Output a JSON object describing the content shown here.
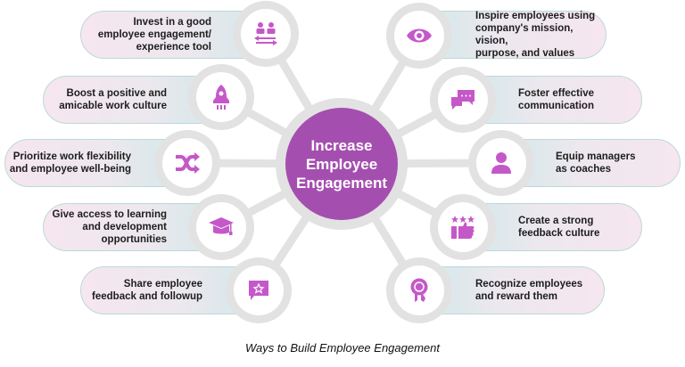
{
  "center": {
    "title": "Increase\nEmployee\nEngagement",
    "fill_color": "#A44FAF"
  },
  "colors": {
    "icon_color": "#C558C9",
    "spoke_color": "#E2E2E2",
    "pill_border": "#BCD9D6"
  },
  "left_items": [
    {
      "label": "Invest in a good\nemployee engagement/\nexperience tool",
      "icon": "users-swap-icon"
    },
    {
      "label": "Boost a positive and\namicable work culture",
      "icon": "rocket-icon"
    },
    {
      "label": "Prioritize work flexibility\nand employee well-being",
      "icon": "shuffle-icon"
    },
    {
      "label": "Give access to learning\nand development\nopportunities",
      "icon": "graduation-cap-icon"
    },
    {
      "label": "Share employee\nfeedback and followup",
      "icon": "star-message-icon"
    }
  ],
  "right_items": [
    {
      "label": "Inspire employees using\ncompany's mission, vision,\npurpose, and values",
      "icon": "eye-icon"
    },
    {
      "label": "Foster effective\ncommunication",
      "icon": "chat-bubbles-icon"
    },
    {
      "label": "Equip managers\nas coaches",
      "icon": "user-icon"
    },
    {
      "label": "Create a strong\nfeedback culture",
      "icon": "stars-thumbs-up-icon"
    },
    {
      "label": "Recognize employees\nand reward them",
      "icon": "award-ribbon-icon"
    }
  ],
  "caption": "Ways to Build Employee Engagement"
}
